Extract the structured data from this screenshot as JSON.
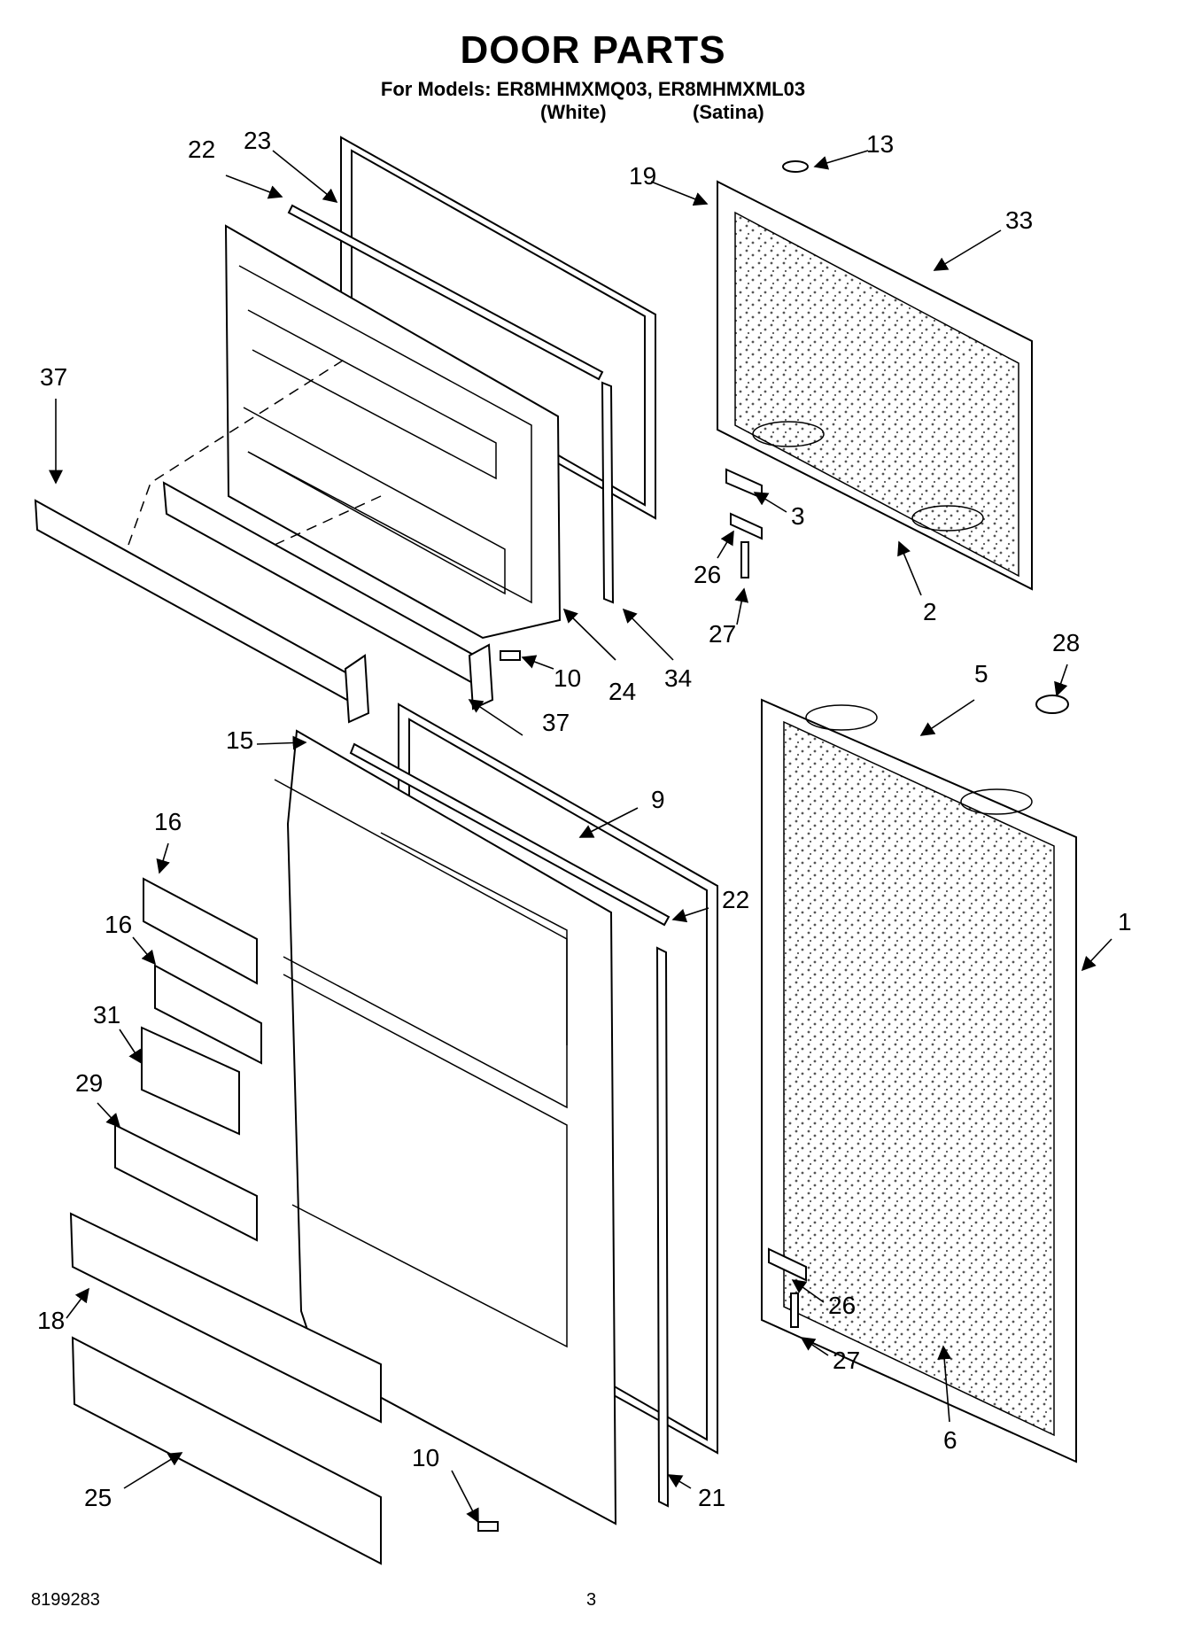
{
  "header": {
    "title": "DOOR PARTS",
    "models": "For Models: ER8MHMXMQ03, ER8MHMXML03",
    "variant_white": "(White)",
    "variant_satina": "(Satina)"
  },
  "footer": {
    "doc_number": "8199283",
    "page_number": "3"
  },
  "callouts": {
    "c22a": "22",
    "c23": "23",
    "c13": "13",
    "c19": "19",
    "c33": "33",
    "c37a": "37",
    "c3": "3",
    "c26a": "26",
    "c27a": "27",
    "c2": "2",
    "c10a": "10",
    "c24": "24",
    "c34": "34",
    "c37b": "37",
    "c28": "28",
    "c5": "5",
    "c15": "15",
    "c9": "9",
    "c16a": "16",
    "c16b": "16",
    "c22b": "22",
    "c1": "1",
    "c31": "31",
    "c29": "29",
    "c18": "18",
    "c26b": "26",
    "c27b": "27",
    "c6": "6",
    "c10b": "10",
    "c25": "25",
    "c21": "21"
  }
}
